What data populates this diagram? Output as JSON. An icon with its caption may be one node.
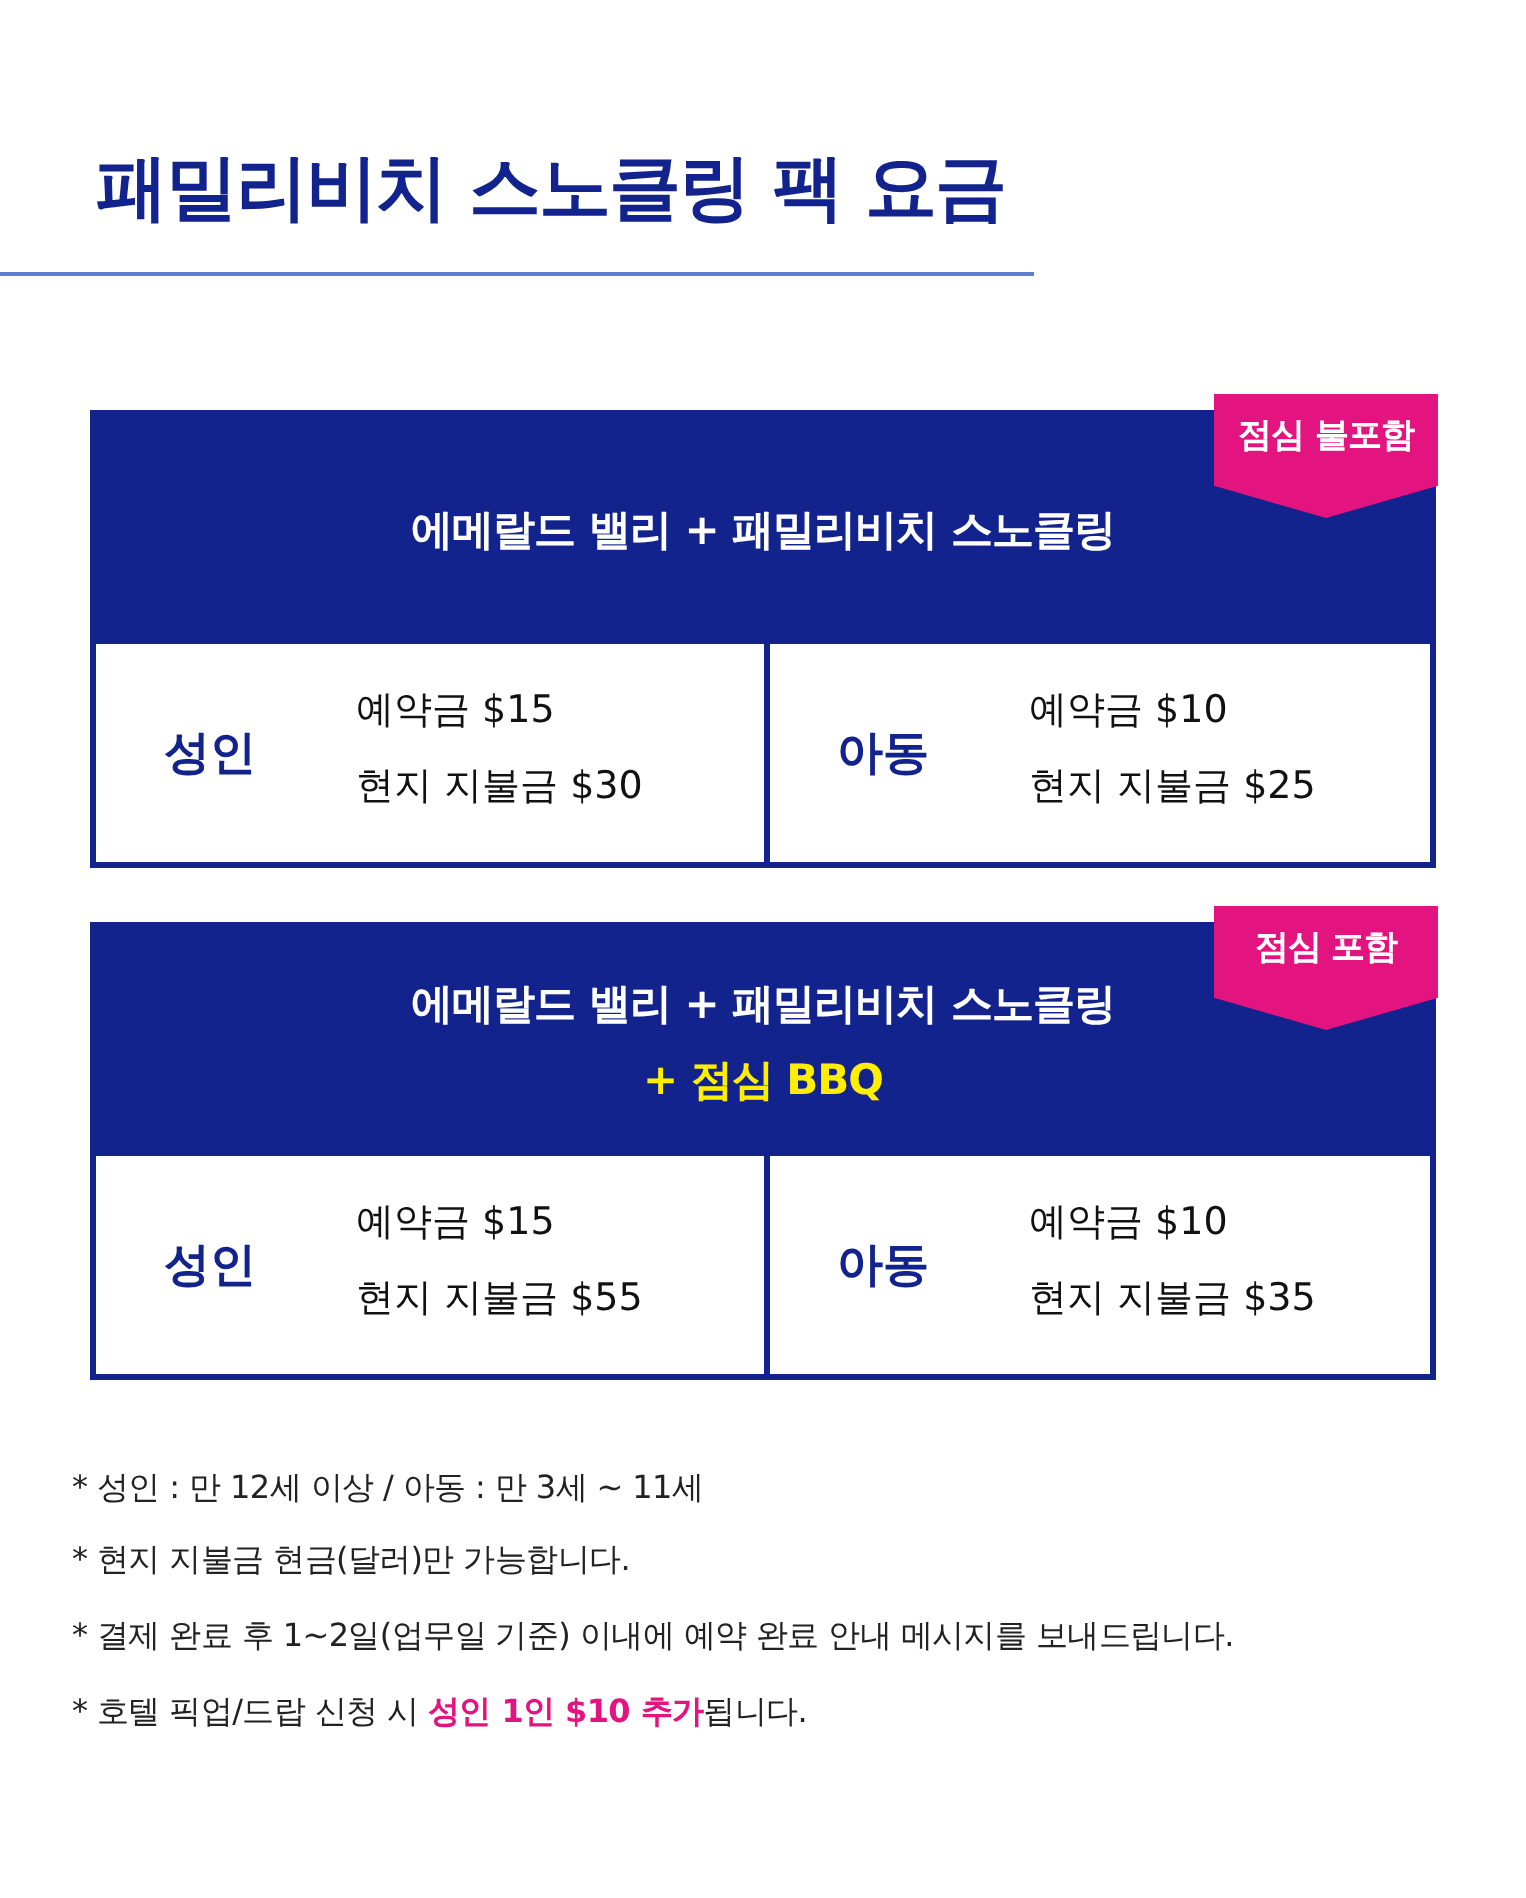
{
  "diagram": {
    "title": "패밀리비치 스노클링 팩 요금",
    "nodes": [
      {
        "text": [
          "에메랄드 밸리 + 패밀리비치 스노클링"
        ]
      },
      {
        "text": [
          "점심 불포함"
        ]
      },
      {
        "text": [
          "성인",
          "예약금 $15",
          "현지 지불금 $30"
        ]
      },
      {
        "text": [
          "아동",
          "예약금 $10",
          "현지 지불금 $25"
        ]
      },
      {
        "text": [
          "에메랄드 밸리 + 패밀리비치 스노클링",
          "+ 점심 BBQ"
        ]
      },
      {
        "text": [
          "점심 포함"
        ]
      },
      {
        "text": [
          "성인",
          "예약금 $15",
          "현지 지불금 $55"
        ]
      },
      {
        "text": [
          "아동",
          "예약금 $10",
          "현지 지불금 $35"
        ]
      }
    ],
    "labels": [
      "* 성인 : 만 12세 이상 / 아동 : 만 3세 ~ 11세",
      "* 현지 지불금 현금(달러)만 가능합니다.",
      "* 결제 완료 후 1~2일(업무일 기준) 이내에 예약 완료 안내 메시지를 보내드립니다.",
      "* 호텔 픽업/드랍 신청 시 **성인 1인 $10 추가**됩니다."
    ]
  }
}
